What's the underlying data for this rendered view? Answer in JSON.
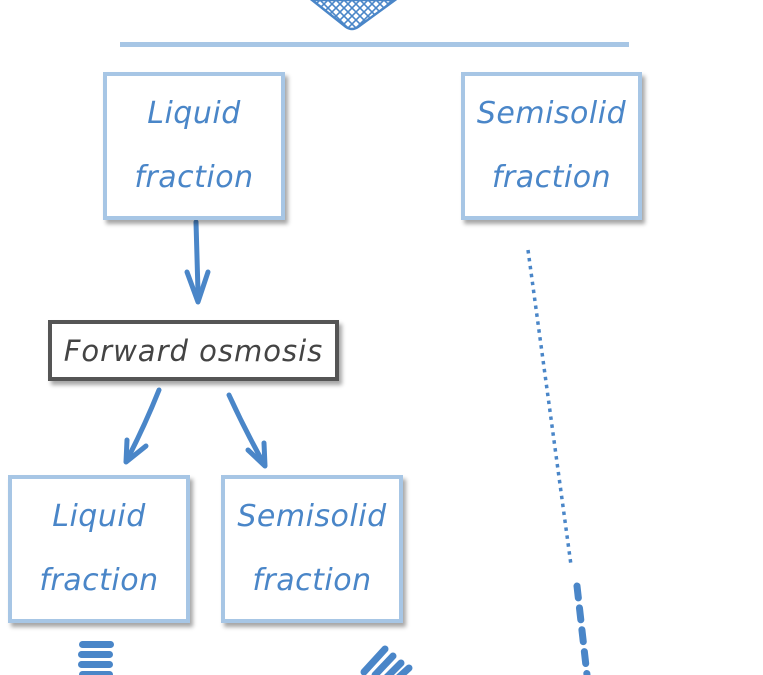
{
  "diagram": {
    "top_boxes": [
      {
        "line1": "Liquid",
        "line2": "fraction"
      },
      {
        "line1": "Semisolid",
        "line2": "fraction"
      }
    ],
    "process": {
      "label": "Forward osmosis"
    },
    "bottom_boxes": [
      {
        "line1": "Liquid",
        "line2": "fraction"
      },
      {
        "line1": "Semisolid",
        "line2": "fraction"
      }
    ],
    "colors": {
      "box_border": "#a7c6e5",
      "text_blue": "#4a86c8",
      "arrow": "#4a86c8",
      "process_border": "#555555",
      "process_text": "#444444"
    }
  }
}
